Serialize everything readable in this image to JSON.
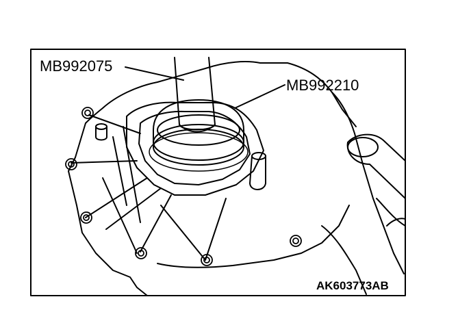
{
  "callouts": {
    "tool_1": "MB992075",
    "tool_2": "MB992210"
  },
  "figure_code": "AK603773AB",
  "colors": {
    "line": "#000000",
    "background": "#ffffff"
  }
}
